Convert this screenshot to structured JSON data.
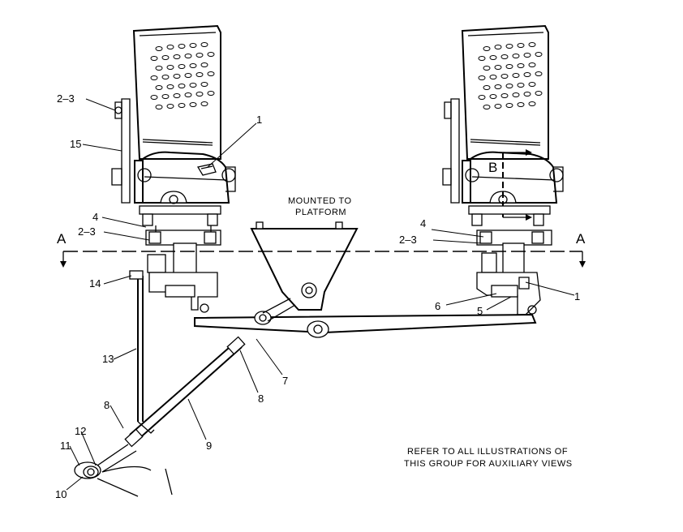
{
  "callouts": {
    "c_2_3_top": "2–3",
    "c_15": "15",
    "c_1_left": "1",
    "c_4_left": "4",
    "c_2_3_left": "2–3",
    "c_14": "14",
    "c_13": "13",
    "c_8_lower": "8",
    "c_12": "12",
    "c_11": "11",
    "c_10": "10",
    "c_9": "9",
    "c_8_mid": "8",
    "c_7": "7",
    "c_4_right": "4",
    "c_2_3_right": "2–3",
    "c_1_right": "1",
    "c_6": "6",
    "c_5": "5"
  },
  "section": {
    "a_left": "A",
    "a_right": "A",
    "b": "B"
  },
  "notes": {
    "mounted_line1": "MOUNTED TO",
    "mounted_line2": "PLATFORM",
    "refer_line1": "REFER TO ALL ILLUSTRATIONS OF",
    "refer_line2": "THIS GROUP FOR AUXILIARY VIEWS"
  }
}
